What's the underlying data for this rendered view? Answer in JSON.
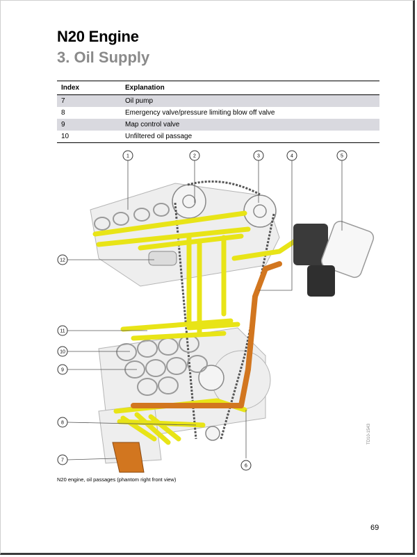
{
  "header": {
    "title": "N20 Engine",
    "subtitle": "3. Oil Supply"
  },
  "table": {
    "columns": [
      "Index",
      "Explanation"
    ],
    "rows": [
      {
        "index": "7",
        "explanation": "Oil pump"
      },
      {
        "index": "8",
        "explanation": "Emergency valve/pressure limiting blow off valve"
      },
      {
        "index": "9",
        "explanation": "Map control valve"
      },
      {
        "index": "10",
        "explanation": "Unfiltered oil passage"
      }
    ]
  },
  "figure": {
    "callouts": [
      "1",
      "2",
      "3",
      "4",
      "5",
      "6",
      "7",
      "8",
      "9",
      "10",
      "11",
      "12"
    ],
    "caption": "N20 engine, oil passages (phantom right front view)",
    "code": "TD10-1543"
  },
  "footer": {
    "page_number": "69"
  },
  "colors": {
    "oil_passage": "#e8e417",
    "unfiltered_passage": "#d2761f",
    "secondary_text": "#8a8a8a",
    "row_shade": "#d9d9df"
  }
}
